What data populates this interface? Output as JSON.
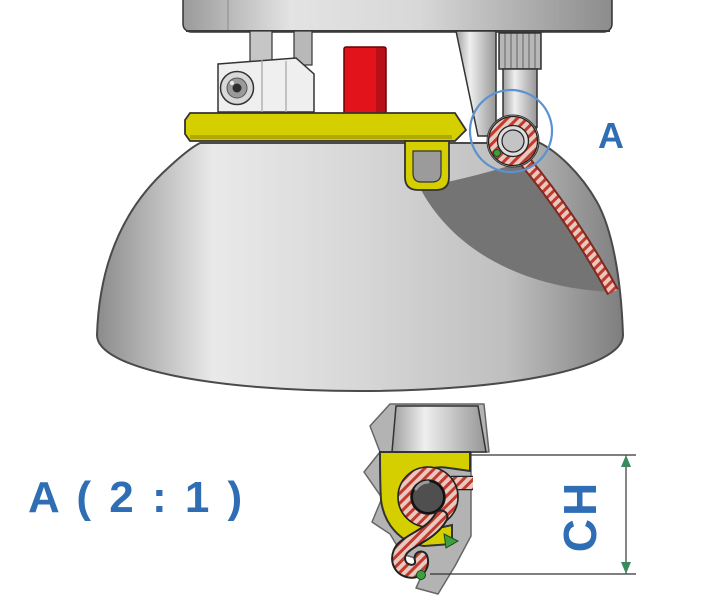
{
  "labels": {
    "callout": "A",
    "detail_scale": "A ( 2 : 1 )",
    "dimension": "CH"
  },
  "colors": {
    "bg": "#ffffff",
    "blue": "#2f6db5",
    "callout-blue": "#5b92cf",
    "red": "#e2131b",
    "yellow": "#d6cf00",
    "green": "#3f9e3f",
    "dim-green": "#3a8a5c",
    "hatch-base": "#e9c9bf",
    "hatch-line": "#c2392e",
    "outline": "#333333"
  }
}
